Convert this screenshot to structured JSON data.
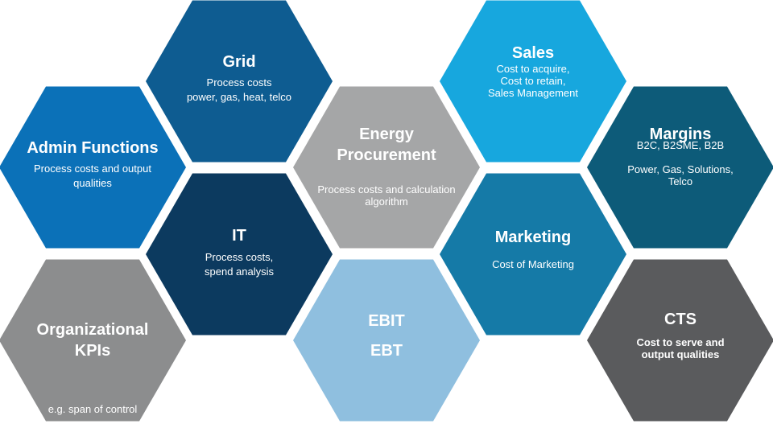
{
  "hexagons": [
    {
      "id": "grid",
      "title": [
        "Grid"
      ],
      "lines": [
        "Process costs",
        "power, gas, heat, telco"
      ],
      "color": "#0e5c91"
    },
    {
      "id": "admin-functions",
      "title": [
        "Admin Functions"
      ],
      "lines": [
        "Process costs and output",
        "qualities"
      ],
      "color": "#0b71b8"
    },
    {
      "id": "it",
      "title": [
        "IT"
      ],
      "lines": [
        "Process costs,",
        "spend analysis"
      ],
      "color": "#0c3a5f"
    },
    {
      "id": "organizational-kpis",
      "title": [
        "Organizational",
        "KPIs"
      ],
      "lines": [
        "e.g. span of control"
      ],
      "color": "#8c8d8e"
    },
    {
      "id": "energy-procurement",
      "title": [
        "Energy",
        "Procurement"
      ],
      "lines": [
        "Process costs and calculation",
        "algorithm"
      ],
      "color": "#a5a6a7"
    },
    {
      "id": "ebit-ebt",
      "title": [
        "EBIT",
        "EBT"
      ],
      "lines": [],
      "color": "#8fbfdf"
    },
    {
      "id": "sales",
      "title": [
        "Sales"
      ],
      "lines": [
        "Cost to acquire,",
        "Cost to retain,",
        "Sales Management"
      ],
      "color": "#17a7de"
    },
    {
      "id": "marketing",
      "title": [
        "Marketing"
      ],
      "lines": [
        "Cost of Marketing"
      ],
      "color": "#157aa7"
    },
    {
      "id": "margins",
      "title": [
        "Margins"
      ],
      "lines": [
        "B2C, B2SME, B2B",
        "Power, Gas, Solutions,",
        "Telco"
      ],
      "color": "#0d5b79"
    },
    {
      "id": "cts",
      "title": [
        "CTS"
      ],
      "lines": [
        "Cost to serve and",
        "output qualities"
      ],
      "color": "#5a5b5d",
      "bold_lines": true
    }
  ]
}
